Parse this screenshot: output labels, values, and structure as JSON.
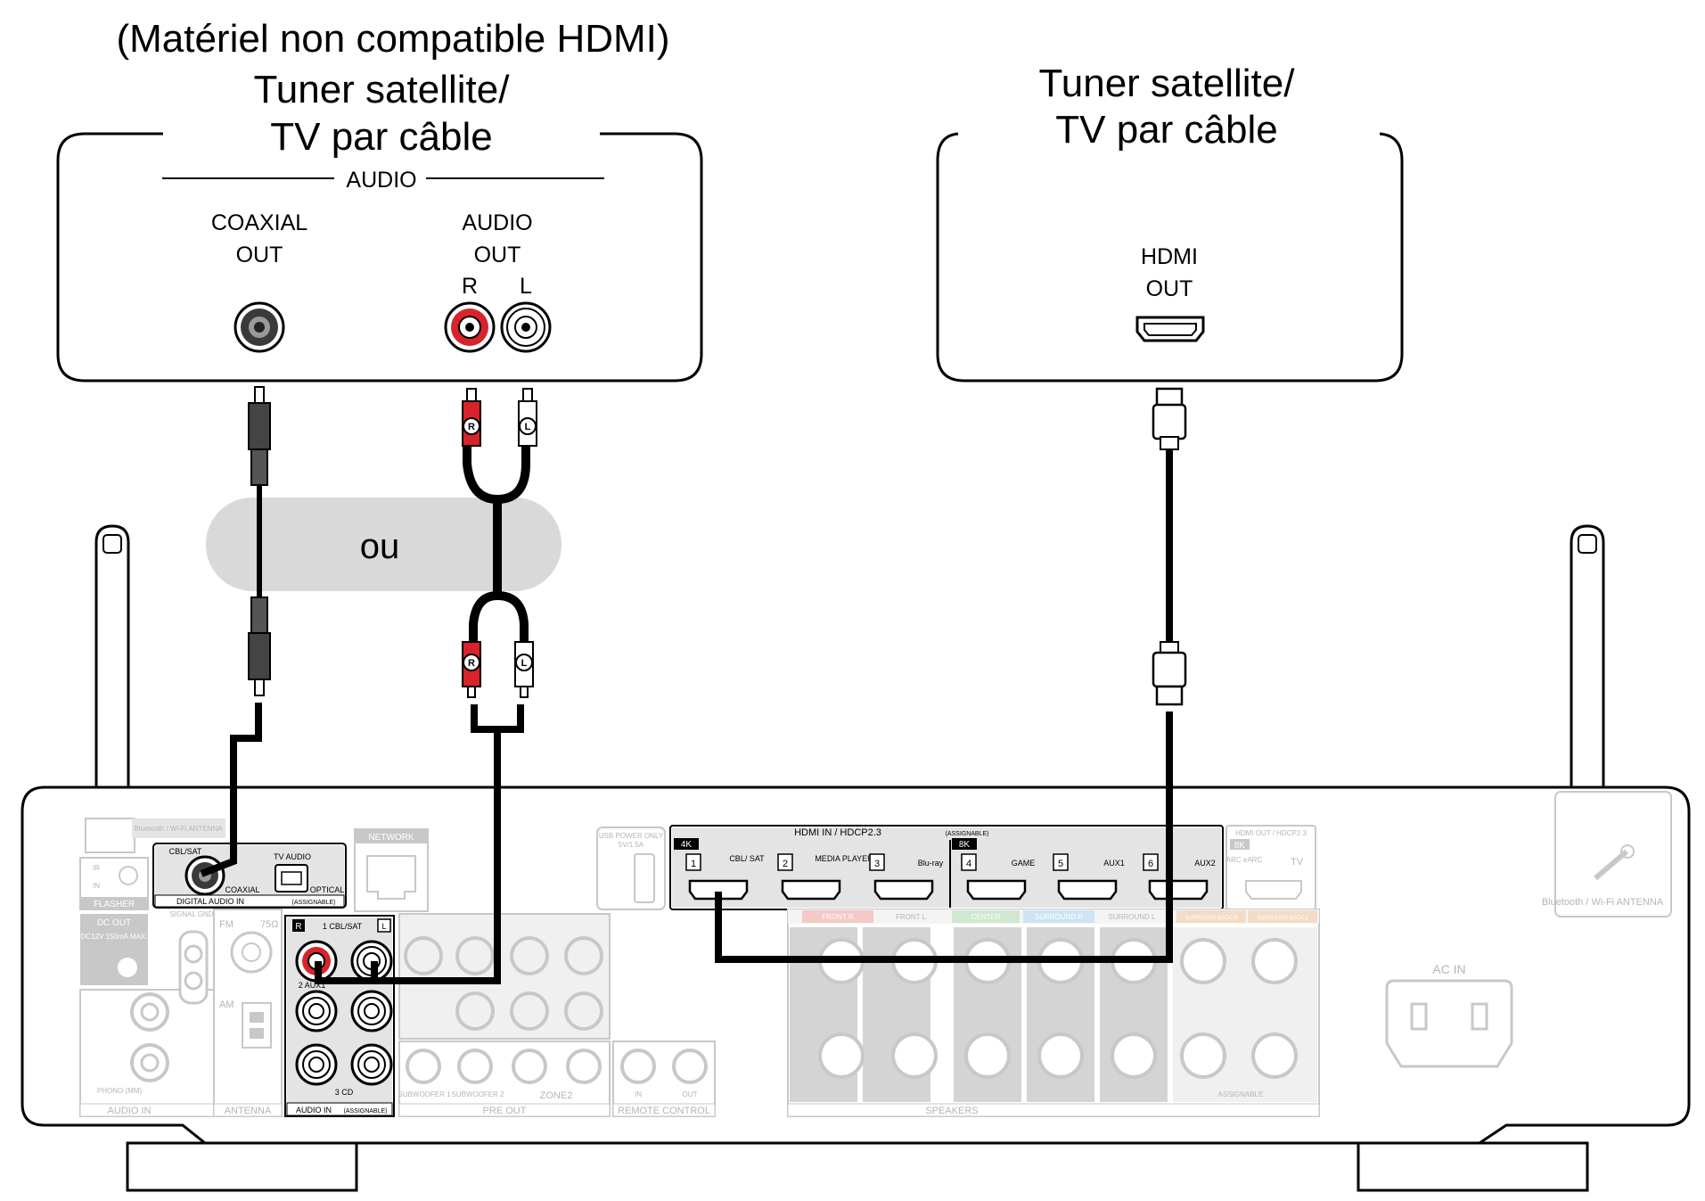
{
  "devices": {
    "left": {
      "note": "(Matériel non compatible HDMI)",
      "title_line1": "Tuner satellite/",
      "title_line2": "TV par câble",
      "group_label": "AUDIO",
      "coaxial_line1": "COAXIAL",
      "coaxial_line2": "OUT",
      "audio_line1": "AUDIO",
      "audio_line2": "OUT",
      "r_label": "R",
      "l_label": "L"
    },
    "right": {
      "title_line1": "Tuner satellite/",
      "title_line2": "TV par câble",
      "hdmi_line1": "HDMI",
      "hdmi_line2": "OUT"
    }
  },
  "separator": {
    "label": "ou"
  },
  "plug_labels": {
    "r": "R",
    "l": "L"
  },
  "receiver": {
    "bt_antenna": "Bluetooth / Wi-Fi ANTENNA",
    "bt_antenna_right": "Bluetooth / Wi-Fi ANTENNA",
    "ir": "IR",
    "in": "IN",
    "flasher": "FLASHER",
    "dc_out": "DC OUT",
    "dc_spec": "DC12V 150mA MAX.",
    "digital_audio_in": "DIGITAL AUDIO IN",
    "assignable": "(ASSIGNABLE)",
    "cbl_sat": "CBL/SAT",
    "tv_audio": "TV AUDIO",
    "coaxial": "COAXIAL",
    "optical": "OPTICAL",
    "network": "NETWORK",
    "usb_power": "USB POWER ONLY",
    "usb_spec": "5V/1.5A",
    "signal_gnd": "SIGNAL GND",
    "fm": "FM",
    "fm_ohm": "75Ω",
    "am": "AM",
    "antenna": "ANTENNA",
    "phono": "PHONO (MM)",
    "audio_in": "AUDIO IN",
    "audio_in_assignable": "AUDIO IN",
    "audio_in_assignable_tag": "(ASSIGNABLE)",
    "in1": "1 CBL/SAT",
    "in2": "2 AUX1",
    "in3": "3 CD",
    "pre_out": "PRE OUT",
    "subwoofer1": "SUBWOOFER 1",
    "subwoofer2": "SUBWOOFER 2",
    "zone2": "ZONE2",
    "remote_in": "IN",
    "remote_out": "OUT",
    "remote_control": "REMOTE CONTROL",
    "hdmi_in_title": "HDMI IN / HDCP2.3",
    "hdmi_in_assignable": "(ASSIGNABLE)",
    "tag_4k": "4K",
    "tag_8k": "8K",
    "hdmi_inputs": [
      {
        "num": "1",
        "label": "CBL/ SAT"
      },
      {
        "num": "2",
        "label": "MEDIA PLAYER"
      },
      {
        "num": "3",
        "label": "Blu-ray"
      },
      {
        "num": "4",
        "label": "GAME"
      },
      {
        "num": "5",
        "label": "AUX1"
      },
      {
        "num": "6",
        "label": "AUX2"
      }
    ],
    "hdmi_out_title": "HDMI OUT / HDCP2.3",
    "hdmi_out_8k": "8K",
    "arc": "ARC eARC",
    "tv": "TV",
    "front_r": "FRONT R",
    "front_l": "FRONT L",
    "center": "CENTER",
    "surround_r": "SURROUND R",
    "surround_l": "SURROUND L",
    "surround_back_r": "SURROUND BACK R",
    "surround_back_l": "SURROUND BACK L",
    "assignable_sp": "ASSIGNABLE",
    "speakers": "SPEAKERS",
    "ac_in": "AC IN"
  }
}
